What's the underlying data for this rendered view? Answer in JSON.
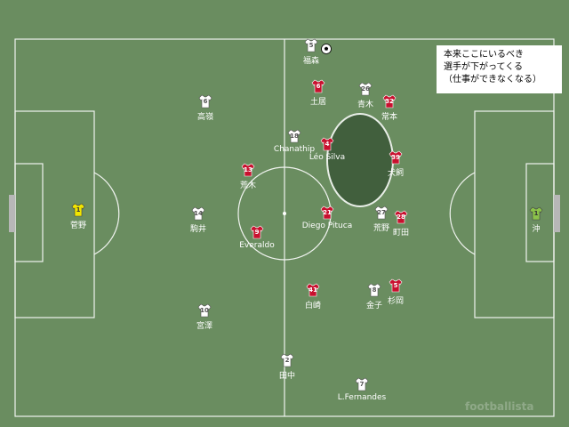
{
  "note": {
    "lines": [
      "本来ここにいるべき",
      "選手が下がってくる",
      "（仕事ができなくなる）"
    ]
  },
  "watermark": "footballista",
  "colors": {
    "pitch": "#6a8d60",
    "lines": "#ffffff",
    "home": "#c8102e",
    "away": "#ffffff",
    "gk_home": "#f2e600",
    "gk_away": "#8bc34a"
  },
  "home_players": [
    {
      "id": "6",
      "number": "6",
      "name": "土居"
    },
    {
      "id": "32",
      "number": "32",
      "name": "常本"
    },
    {
      "id": "4",
      "number": "4",
      "name": "Léo Silva"
    },
    {
      "id": "39",
      "number": "39",
      "name": "犬飼"
    },
    {
      "id": "13",
      "number": "13",
      "name": "荒木"
    },
    {
      "id": "21",
      "number": "21",
      "name": "Diego Pituca"
    },
    {
      "id": "28",
      "number": "28",
      "name": "町田"
    },
    {
      "id": "9",
      "number": "9",
      "name": "Everaldo"
    },
    {
      "id": "41",
      "number": "41",
      "name": "白崎"
    },
    {
      "id": "5",
      "number": "5",
      "name": "杉岡"
    },
    {
      "id": "1",
      "number": "1",
      "name": "沖"
    }
  ],
  "away_players": [
    {
      "id": "5",
      "number": "5",
      "name": "福森"
    },
    {
      "id": "26",
      "number": "26",
      "name": "青木"
    },
    {
      "id": "6",
      "number": "6",
      "name": "高嶺"
    },
    {
      "id": "18",
      "number": "18",
      "name": "Chanathip"
    },
    {
      "id": "27",
      "number": "27",
      "name": "荒野"
    },
    {
      "id": "14",
      "number": "14",
      "name": "駒井"
    },
    {
      "id": "8",
      "number": "8",
      "name": "金子"
    },
    {
      "id": "10",
      "number": "10",
      "name": "宮澤"
    },
    {
      "id": "2",
      "number": "2",
      "name": "田中"
    },
    {
      "id": "7",
      "number": "7",
      "name": "L.Fernandes"
    },
    {
      "id": "1",
      "number": "1",
      "name": "菅野"
    }
  ]
}
